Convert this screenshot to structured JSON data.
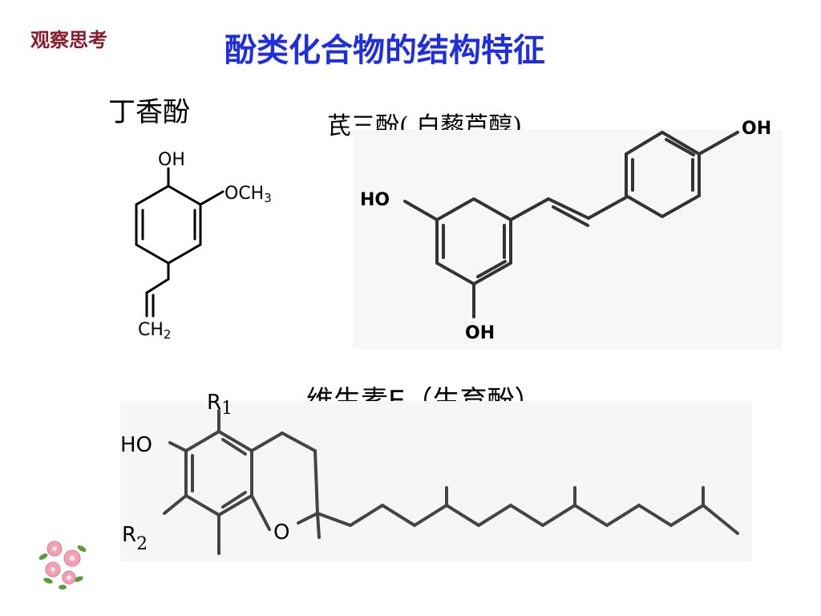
{
  "slide": {
    "section_tag": "观察思考",
    "title": "酚类化合物的结构特征"
  },
  "molecules": {
    "eugenol": {
      "name": "丁香酚",
      "labels": {
        "oh": "OH",
        "och3_main": "OCH",
        "och3_sub": "3",
        "ch2_main": "CH",
        "ch2_sub": "2"
      }
    },
    "resveratrol": {
      "name": "芪三酚( 白藜芦醇)",
      "labels": {
        "oh_top": "OH",
        "oh_left": "HO",
        "oh_bottom": "OH"
      }
    },
    "vitamin_e": {
      "name": "维生素E（生育酚）",
      "labels": {
        "r1_main": "R",
        "r1_sub": "1",
        "ho": "HO",
        "r2_main": "R",
        "r2_sub": "2",
        "o": "O"
      }
    }
  },
  "decoration": {
    "icon": "flower-icon",
    "flower_color": "#f2a0b4",
    "leaf_color": "#5c9a3a"
  }
}
